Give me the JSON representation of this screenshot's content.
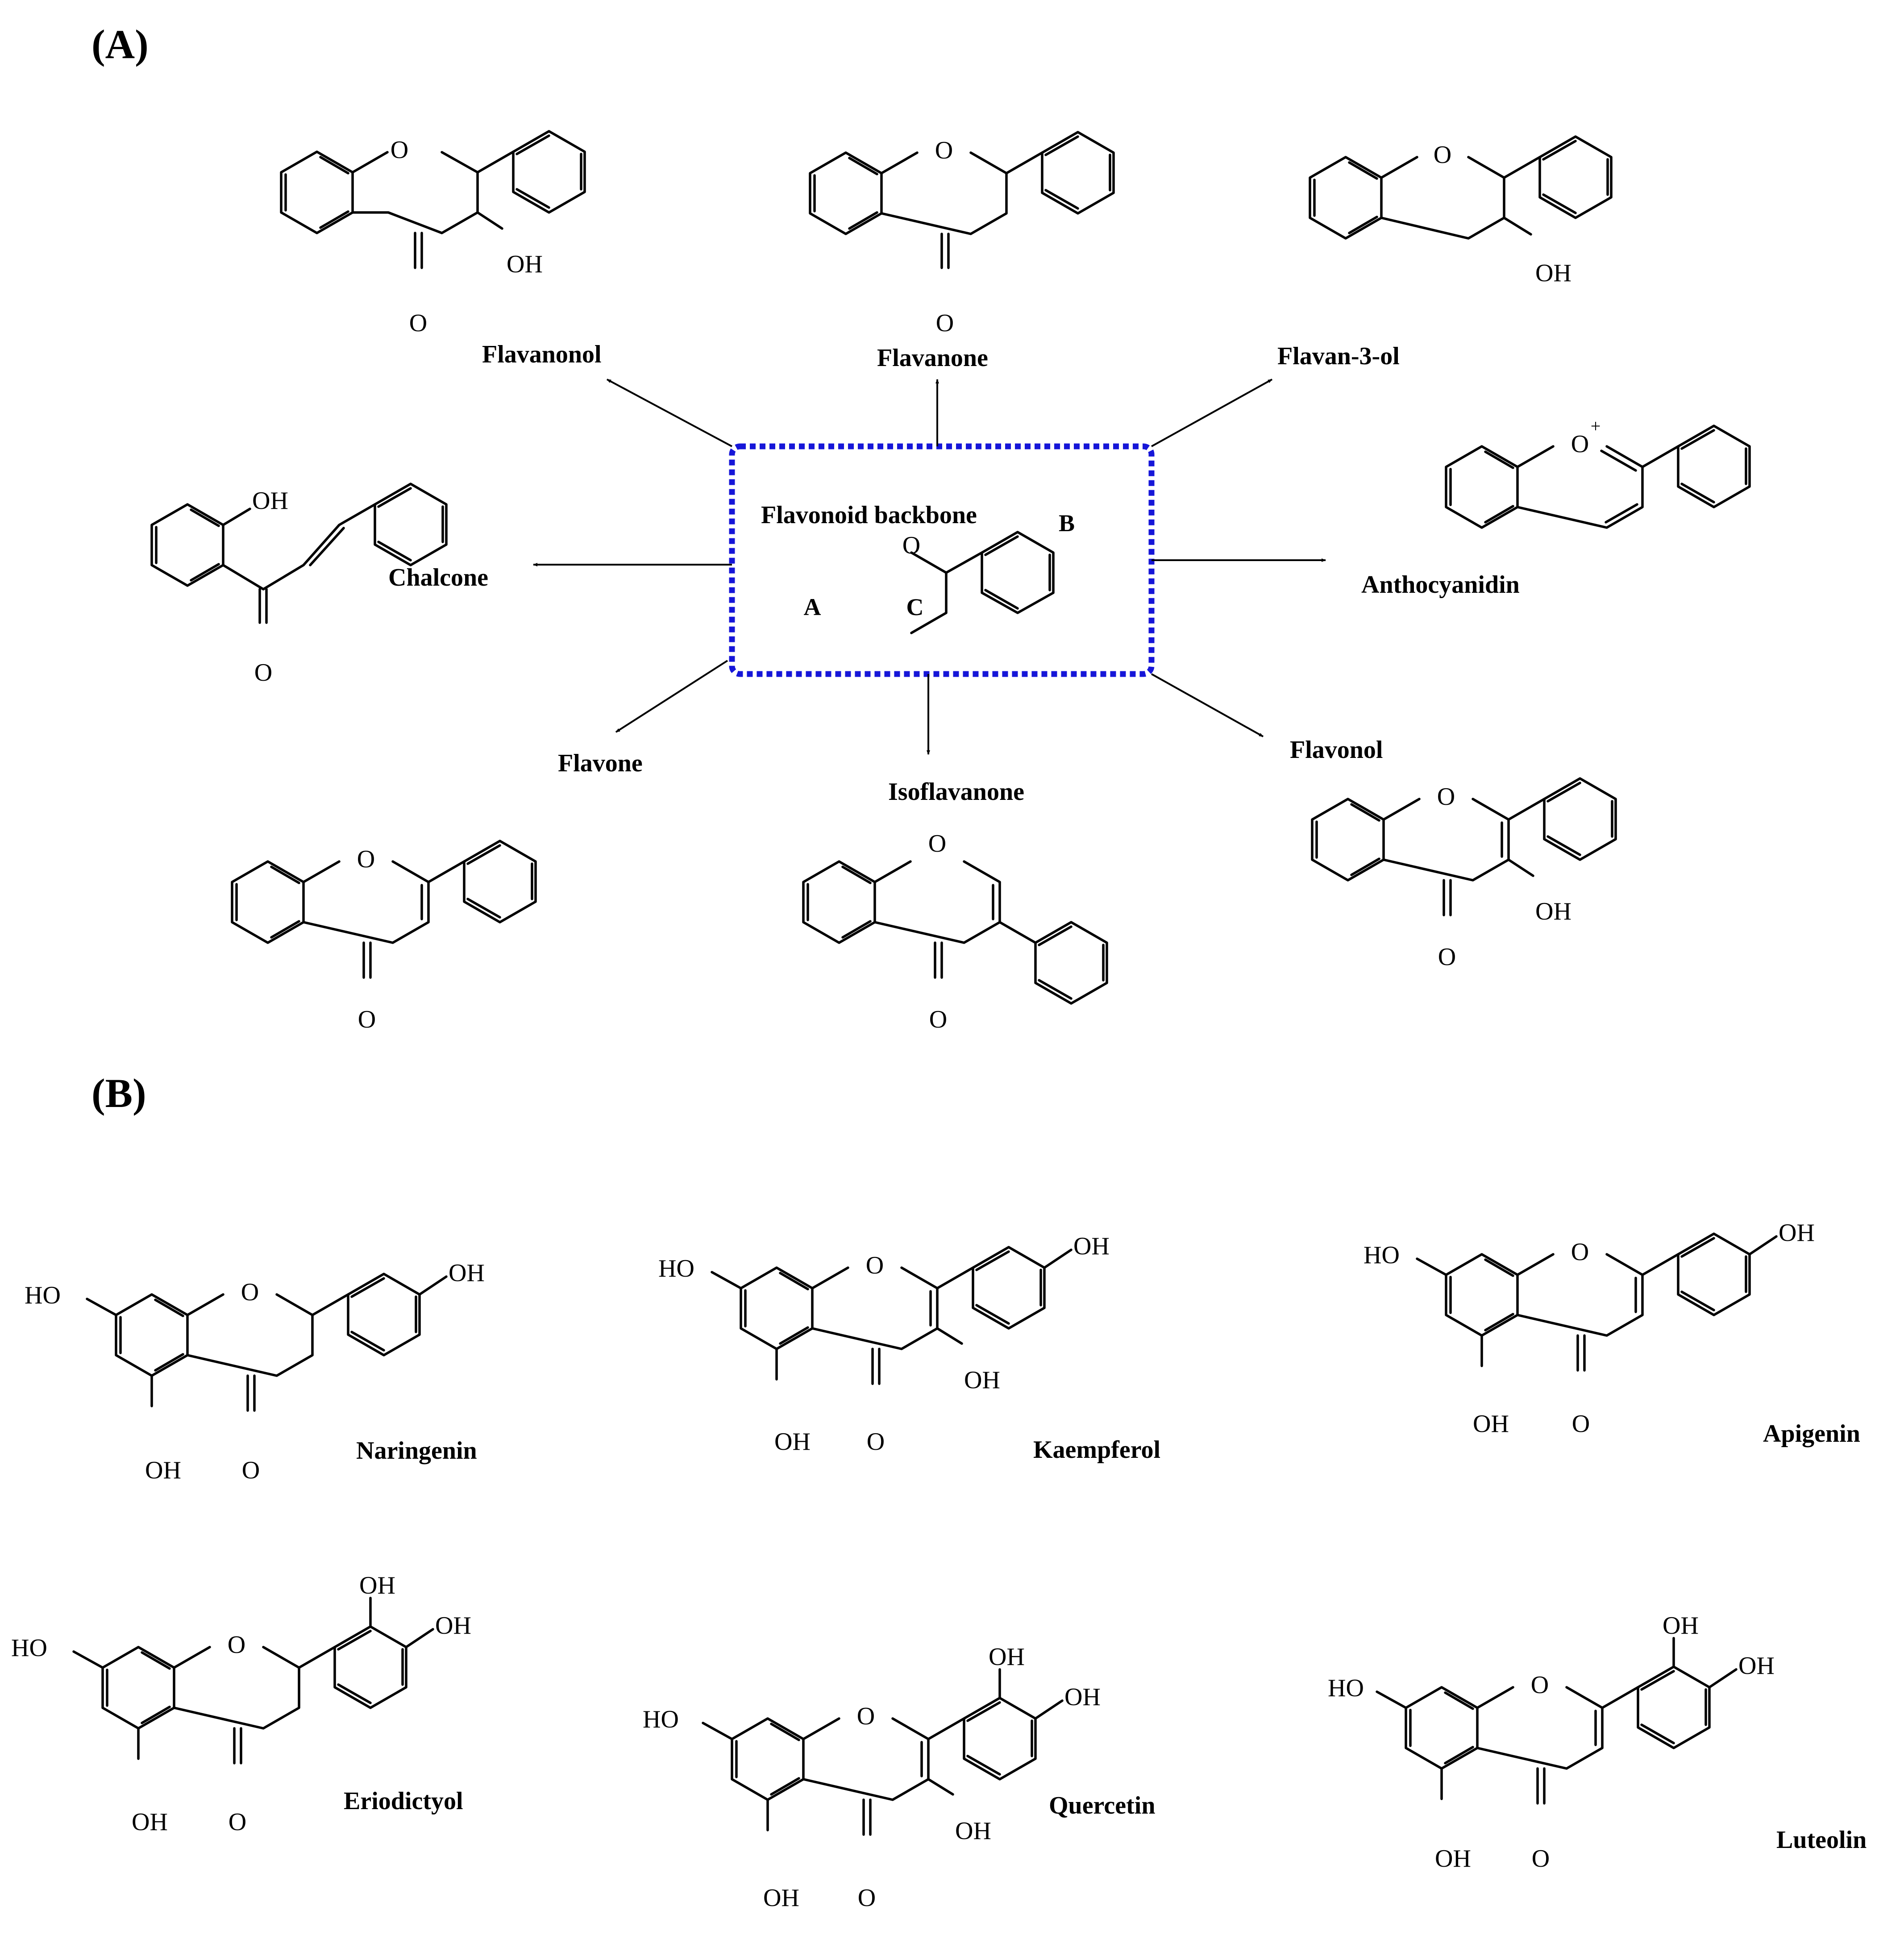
{
  "panels": {
    "a": "(A)",
    "b": "(B)"
  },
  "colors": {
    "backbone_box": "#1616d8",
    "ink": "#000000"
  },
  "labels": {
    "O": "O",
    "OH": "OH",
    "HO": "HO",
    "plus": "+",
    "ring_a": "A",
    "ring_b": "B",
    "ring_c": "C"
  },
  "classes": {
    "backbone": "Flavonoid backbone",
    "flavanonol": "Flavanonol",
    "flavanone": "Flavanone",
    "flavan3ol": "Flavan-3-ol",
    "chalcone": "Chalcone",
    "anthocyanidin": "Anthocyanidin",
    "flavone": "Flavone",
    "isoflavanone": "Isoflavanone",
    "flavonol": "Flavonol"
  },
  "compounds": {
    "naringenin": "Naringenin",
    "kaempferol": "Kaempferol",
    "apigenin": "Apigenin",
    "eriodictyol": "Eriodictyol",
    "quercetin": "Quercetin",
    "luteolin": "Luteolin"
  }
}
